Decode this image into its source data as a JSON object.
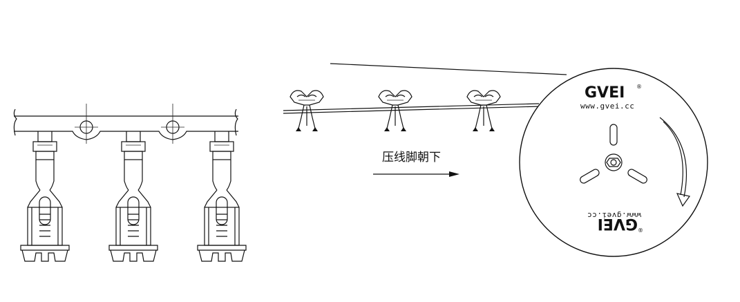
{
  "direction_label": "压线脚朝下",
  "reel": {
    "brand_top": "GVEI",
    "url_top": "www.gvei.cc",
    "brand_bottom": "GVEI",
    "url_bottom": "www.gvei.cc",
    "registered_mark": "®"
  },
  "terminal_count": 3,
  "end_view_count": 3
}
